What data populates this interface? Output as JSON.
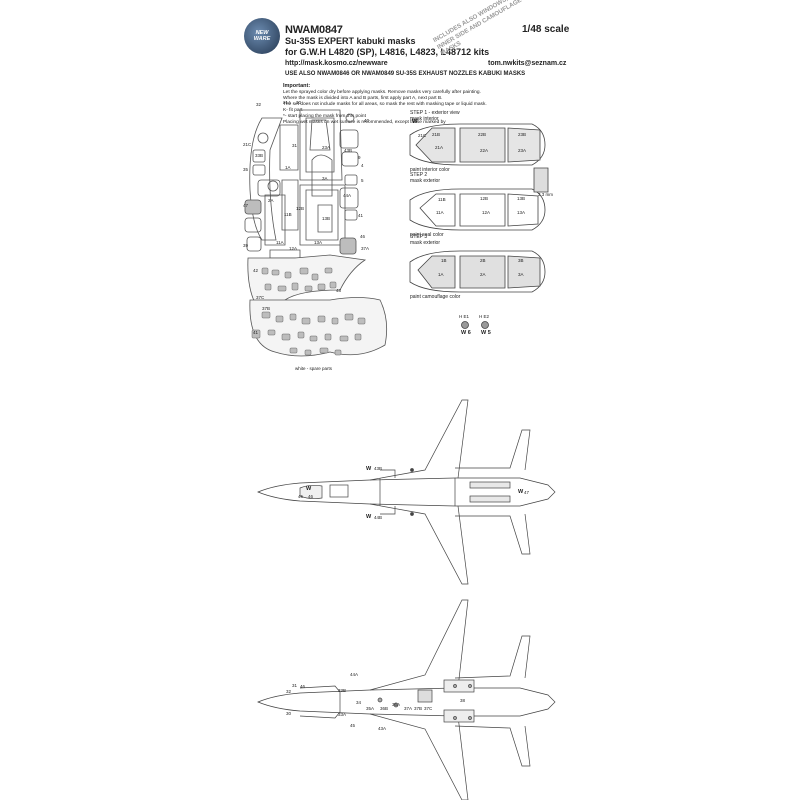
{
  "header": {
    "logo_text": "NEW\nWARE",
    "product_code": "NWAM0847",
    "title": "Su-35S EXPERT kabuki masks",
    "subtitle": "for G.W.H L4820 (SP), L4816, L4823, L48712 kits",
    "url_left": "http://mask.kosmo.cz/newware",
    "url_right": "tom.nwkits@seznam.cz",
    "scale": "1/48 scale",
    "banner": "INCLUDES ALSO WINDOWS, SEAL AND INNER SIDE AND CAMOUFLAGE DETAILS MASKS",
    "use_also": "USE ALSO NWAM0846 OR NWAM0849 SU-35S EXHAUST NOZZLES KABUKI MASKS"
  },
  "instructions": {
    "heading": "Important:",
    "lines": [
      "Let the sprayed color dry before applying masks. Remove masks very carefully after painting.",
      "Where the mask is divided into A and B parts, first apply part A, next part B.",
      "The set does not include masks for all areas, so mask the rest with masking tape or liquid mask.",
      "K- fit part",
      "*- start placing the mask from this point",
      "Placing wet masks on wet surface is recommended, except those marked by"
    ],
    "wet_mark": "W"
  },
  "steps": [
    {
      "title": "STEP 1 - exterior view",
      "sub": "mask interior",
      "caption": "paint interior color",
      "parts": [
        "21C",
        "21B",
        "21A",
        "22B",
        "22A",
        "23B",
        "23A"
      ]
    },
    {
      "title": "STEP 2",
      "sub": "mask exterior",
      "caption": "paint seal color",
      "parts": [
        "11B",
        "11A",
        "12B",
        "12A",
        "13B",
        "13A"
      ]
    },
    {
      "title": "STEP 3",
      "sub": "mask exterior",
      "caption": "paint camouflage color",
      "parts": [
        "1B",
        "1A",
        "2B",
        "2A",
        "3B",
        "3A"
      ]
    }
  ],
  "dimension_label": "3.3 mm",
  "exhaust": {
    "e1": "H E1",
    "e2": "H E2",
    "w1": "W 6",
    "w2": "W 5"
  },
  "sheet_caption": "white - spare parts",
  "sheet_labels": [
    "32",
    "21A",
    "30",
    "31",
    "40",
    "21C",
    "23A",
    "33B",
    "9",
    "35",
    "43B",
    "4",
    "1A",
    "2A",
    "3A",
    "5",
    "47",
    "11B",
    "12B",
    "13B",
    "44A",
    "41",
    "13A",
    "12A",
    "11A",
    "39",
    "46",
    "37A",
    "42",
    "48",
    "37C",
    "37B",
    "41"
  ],
  "top_view": {
    "labels": [
      "43B",
      "44B",
      "45",
      "46",
      "47"
    ],
    "wet": "W"
  },
  "bottom_view": {
    "labels": [
      "44A",
      "31",
      "32",
      "30",
      "33B",
      "33A",
      "34",
      "35A",
      "36B",
      "36A",
      "37A",
      "37B",
      "37C",
      "38",
      "45",
      "43A",
      "46"
    ],
    "wet": "W"
  }
}
